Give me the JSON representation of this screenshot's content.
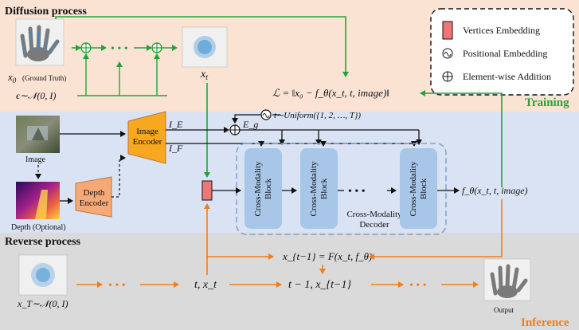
{
  "sections": {
    "diffusion_title": "Diffusion process",
    "reverse_title": "Reverse process",
    "training_label": "Training",
    "inference_label": "Inference"
  },
  "legend": {
    "vertices": "Vertices Embedding",
    "positional": "Positional Embedding",
    "addition": "Element-wise Addition"
  },
  "diffusion": {
    "x0_symbol": "x",
    "x0_sub": "0",
    "x0_caption": "(Ground Truth)",
    "noise": "ϵ∼𝒩(0, I)",
    "xt_symbol": "x",
    "xt_sub": "t",
    "dots": "• • •"
  },
  "loss": "ℒ = ‖x₀ − f_θ(x_t, t, image)‖",
  "timestep": "t∼Uniform({1, 2, …, T})",
  "conditioning": {
    "image_label": "Image",
    "depth_label": "Depth (Optional)",
    "image_encoder_l1": "Image",
    "image_encoder_l2": "Encoder",
    "depth_encoder_l1": "Depth",
    "depth_encoder_l2": "Encoder",
    "ie_feat": "I_E",
    "if_feat": "I_F",
    "eg_feat": "E_g"
  },
  "decoder": {
    "block_l1": "Cross-Modality",
    "block_l2": "Block",
    "decoder_l1": "Cross-Modality",
    "decoder_l2": "Decoder",
    "output_expr": "f_θ(x_t, t, image)",
    "dots": "• • •"
  },
  "reverse": {
    "xT_noise": "x_T∼𝒩(0, I)",
    "step_t": "t, x_t",
    "step_t1": "t − 1, x_{t−1}",
    "update": "x_{t−1} = F(x_t, f_θ)",
    "output_label": "Output",
    "dots": "• • •"
  },
  "colors": {
    "diffusion_bg": "#fbe3d4",
    "middle_bg": "#dae3f3",
    "reverse_bg": "#dadada",
    "training_green": "#22a33a",
    "inference_orange": "#f07e1a",
    "encoder_orange": "#f7a81e",
    "block_blue": "#a7c6e8",
    "vertex_red": "#ef7676"
  }
}
